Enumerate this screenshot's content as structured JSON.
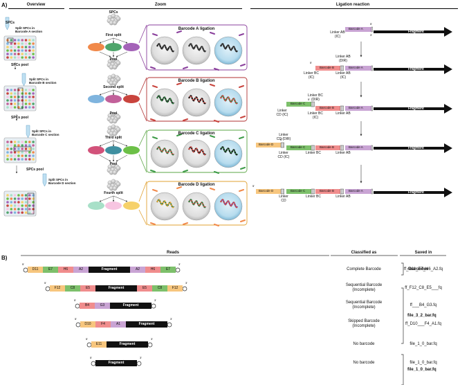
{
  "panelA": {
    "label": "A)",
    "headers": {
      "overview": "Overview",
      "zoom": "Zoom",
      "ligation": "Ligation reaction"
    },
    "overview": {
      "spcs": "SPCs",
      "split_a": "Split SPCs in Barcode A section",
      "pool1": "SPCs pool",
      "split_b": "Split SPCs in Barcode B section",
      "pool2": "SPCs pool",
      "split_c": "Split SPCs in Barcode C section",
      "pool3": "SPCs pool",
      "split_d": "Split SPCs in Barcode D section"
    },
    "zoom": {
      "spcs": "SPCs",
      "first_split": "First split",
      "pool1": "Pool",
      "second_split": "Second split",
      "pool2": "Pool",
      "third_split": "Third split",
      "pool3": "Pool",
      "fourth_split": "Fourth split",
      "lig_a": "Barcode A ligation",
      "lig_b": "Barcode B ligation",
      "lig_c": "Barcode C ligation",
      "lig_d": "Barcode D ligation"
    },
    "ligation": {
      "fragment": "Fragment",
      "barcode_a": "Barcode A",
      "barcode_b": "Barcode B",
      "barcode_c": "Barcode C",
      "barcode_d": "Barcode D",
      "linker_ab_ic": "Linker AB (IC)",
      "linker_ab_dir": "Linker AB (DIR)",
      "linker_bc_ic": "Linker BC (IC)",
      "linker_bc_dir": "Linker BC (DIR)",
      "linker_cd_ic": "Linker CD (IC)",
      "linker_cd_dir": "Linker CD (DIR)",
      "linker_ab": "Linker AB",
      "linker_bc": "Linker BC",
      "linker_cd": "Linker CD",
      "five": "5'",
      "three": "3'"
    }
  },
  "panelB": {
    "label": "B)",
    "headers": {
      "reads": "Reads",
      "classified": "Classified as",
      "saved": "Saved in"
    },
    "rows": [
      {
        "segments": [
          "D11",
          "E7",
          "H6",
          "A2",
          "Fragment",
          "A2",
          "H6",
          "E7"
        ],
        "classified": "Complete Barcode",
        "saved": "ff_D11_E7_H6_A2.fq"
      },
      {
        "segments": [
          "F12",
          "C8",
          "E5",
          "Fragment",
          "E5",
          "C8",
          "F12"
        ],
        "classified": "Sequential Barcode (Incomplete)",
        "saved": "ff_F12_C8_E5___fq"
      },
      {
        "segments": [
          "B4",
          "G3",
          "Fragment"
        ],
        "classified": "Sequential Barcode (Incomplete)",
        "saved": "ff___B4_G3.fq"
      },
      {
        "segments": [
          "D10",
          "F4",
          "A1",
          "Fragment"
        ],
        "classified": "Skipped Barcode (Incomplete)",
        "saved": "ff_D10___F4_A1.fq"
      },
      {
        "segments": [
          "E11",
          "Fragment"
        ],
        "classified": "No barcode",
        "saved": "file_1_0_bar.fq"
      },
      {
        "segments": [
          "Fragment"
        ],
        "classified": "No barcode",
        "saved": "file_1_0_bar.fq"
      }
    ],
    "groups": {
      "g1": "4barcodes",
      "g2": "file_3_2_bar.fq",
      "g3": "file_1_0_bar.fq"
    },
    "five": "5'",
    "three": "3'"
  },
  "colors": {
    "barcode_a": "#c9a4d4",
    "barcode_b": "#f08d8d",
    "barcode_c": "#7dc06b",
    "barcode_d": "#f7c67e",
    "orange": "#f1894a",
    "green": "#4fa56b",
    "purple": "#a462b8",
    "blue": "#7fb4de",
    "pink": "#c2619a",
    "red": "#c9443d",
    "teal": "#a8e0c8",
    "lightpink": "#f7c5e1",
    "yellow": "#f6d16a"
  }
}
